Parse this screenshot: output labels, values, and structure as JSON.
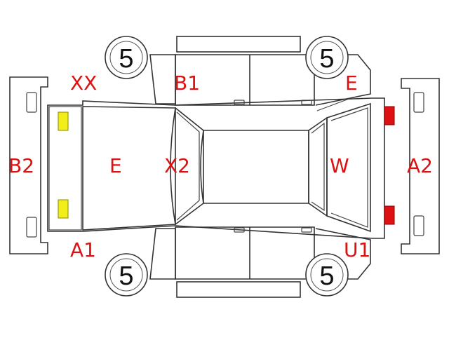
{
  "codes": {
    "xx": "XX",
    "b1": "B1",
    "e_top": "E",
    "b2": "B2",
    "e_hood": "E",
    "x2": "X2",
    "w": "W",
    "a2": "A2",
    "a1": "A1",
    "u1": "U1"
  },
  "tires": {
    "front_left": "5",
    "rear_left": "5",
    "front_right": "5",
    "rear_right": "5"
  },
  "colors": {
    "code_text": "#dd1111",
    "yellow_marker": "#f2ee1a",
    "red_marker": "#dd1111",
    "outline": "#333333"
  }
}
